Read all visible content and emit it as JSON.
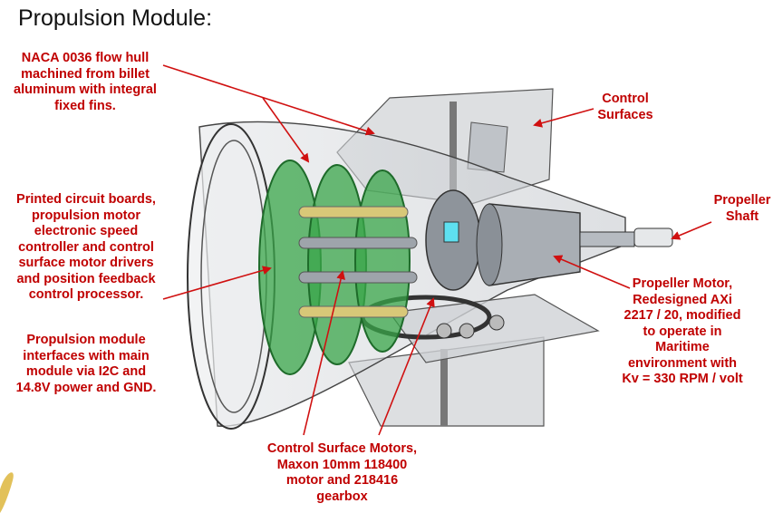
{
  "title": "Propulsion Module:",
  "labels": {
    "hull": [
      "NACA 0036 flow hull",
      "machined from billet",
      "aluminum with integral",
      "fixed fins."
    ],
    "control_surfaces": [
      "Control",
      "Surfaces"
    ],
    "propeller_shaft": [
      "Propeller",
      "Shaft"
    ],
    "pcb": [
      "Printed circuit boards,",
      "propulsion motor",
      "electronic speed",
      "controller and control",
      "surface motor drivers",
      "and position feedback",
      "control processor."
    ],
    "interfaces": [
      "Propulsion module",
      "interfaces with main",
      "module via I2C and",
      "14.8V power and GND."
    ],
    "propeller_motor": [
      "Propeller Motor,",
      "Redesigned AXi",
      "2217 / 20, modified",
      "to operate in",
      "Maritime",
      "environment with",
      "Kv = 330 RPM / volt"
    ],
    "cs_motors": [
      "Control Surface Motors,",
      "Maxon 10mm 118400",
      "motor and 218416",
      "gearbox"
    ]
  },
  "colors": {
    "label_text": "#c00000",
    "arrow": "#d01010",
    "pcb_green": "#3aa64a",
    "hull_grey": "#cfd2d6"
  }
}
